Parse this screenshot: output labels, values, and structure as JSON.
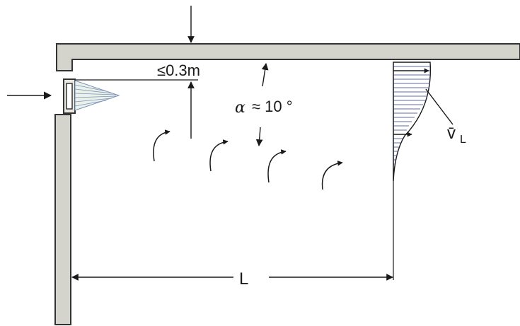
{
  "labels": {
    "gap": "≤0.3m",
    "angle_symbol": "α",
    "angle_value": "≈ 10 °",
    "velocity_symbol": "v̄",
    "velocity_subscript": "L",
    "length": "L"
  },
  "colors": {
    "wall_fill": "#d4d4cc",
    "outline": "#333333",
    "jet_fill": "#e9f1ea",
    "jet_lines": "#7a93b8",
    "hatch": "#5b6aa8",
    "line": "#2a2a2a"
  },
  "icons": [
    "air-inlet-arrow-icon",
    "swirl-arrow-icon"
  ]
}
